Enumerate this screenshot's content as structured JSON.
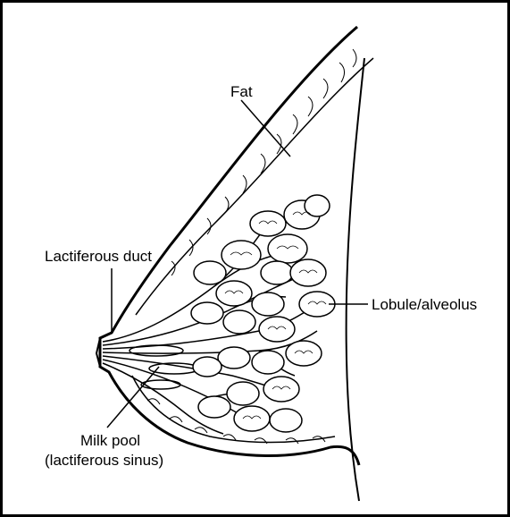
{
  "diagram": {
    "labels": {
      "fat": "Fat",
      "lactiferous_duct": "Lactiferous duct",
      "lobule": "Lobule/alveolus",
      "milk_pool_line1": "Milk pool",
      "milk_pool_line2": "(lactiferous sinus)"
    },
    "colors": {
      "line": "#000000",
      "background": "#ffffff"
    }
  }
}
